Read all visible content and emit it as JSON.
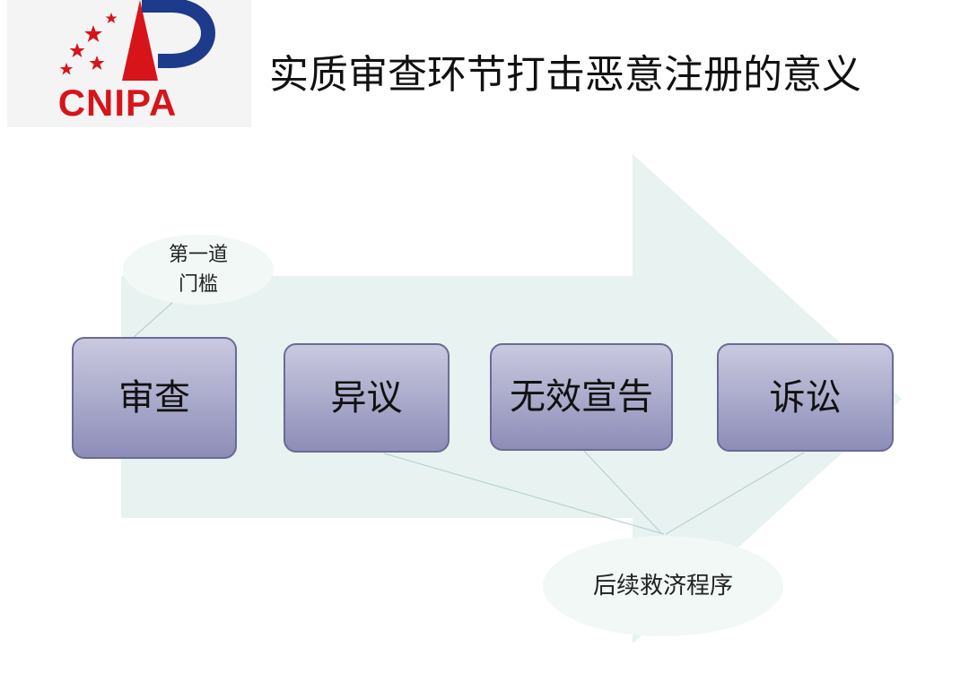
{
  "logo": {
    "text": "CNIPA"
  },
  "slide": {
    "title": "实质审查环节打击恶意注册的意义"
  },
  "stages": [
    "审查",
    "异议",
    "无效宣告",
    "诉讼"
  ],
  "callouts": {
    "threshold_line1": "第一道",
    "threshold_line2": "门槛",
    "remedy": "后续救济程序"
  },
  "colors": {
    "logo_red": "#d7141a",
    "logo_blue": "#1e3a8a",
    "stage_fill": "#a3a3c8",
    "arrow_fill": "#e8f2f0"
  }
}
